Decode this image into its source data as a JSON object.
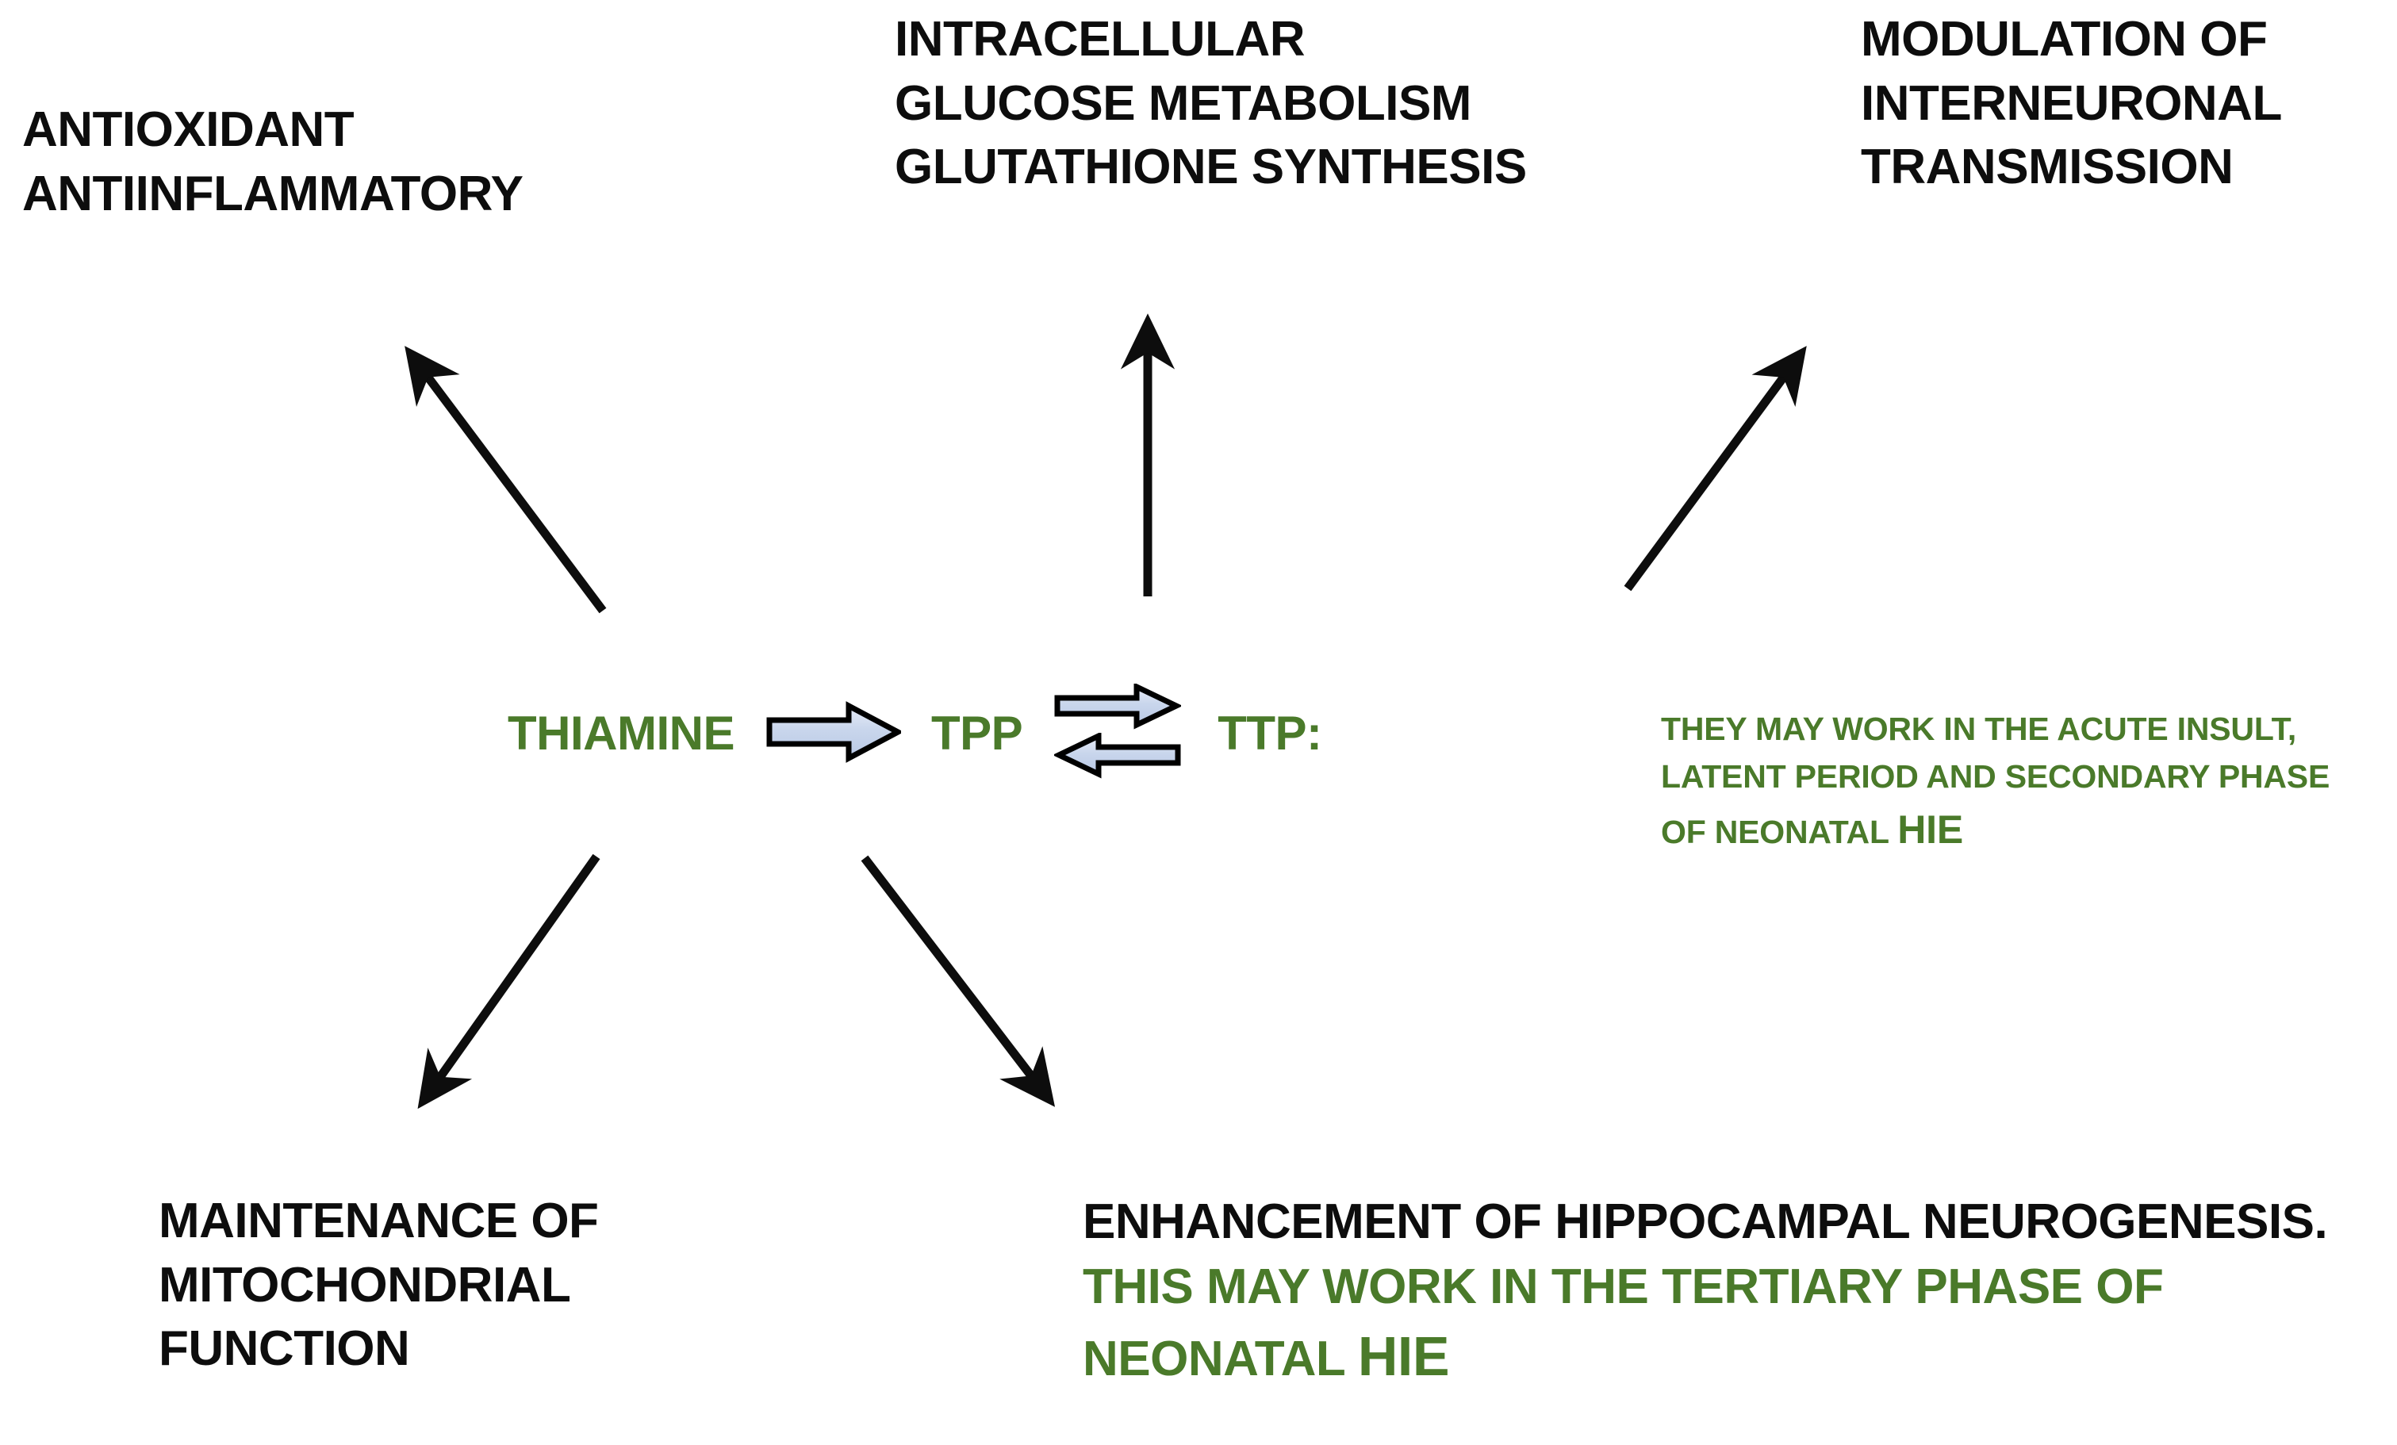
{
  "diagram": {
    "title": "Thiamine mechanisms in neonatal HIE",
    "background_color": "#ffffff",
    "black_color": "#0d0d0d",
    "green_color": "#4a7a2a",
    "arrow_fill_color": "#c9d6ec",
    "arrow_outline_color": "#000000"
  },
  "labels": {
    "antioxidant": "ANTIOXIDANT\nANTIINFLAMMATORY",
    "glucose": "INTRACELLULAR\nGLUCOSE METABOLISM\nGLUTATHIONE SYNTHESIS",
    "modulation": "MODULATION OF\nINTERNEURONAL\nTRANSMISSION",
    "mitochondrial": "MAINTENANCE OF\nMITOCHONDRIAL\nFUNCTION",
    "neurogenesis_black": "ENHANCEMENT OF HIPPOCAMPAL NEUROGENESIS.",
    "neurogenesis_green": " THIS MAY WORK IN THE TERTIARY PHASE OF NEONATAL ",
    "neurogenesis_hie": "HIE"
  },
  "molecules": {
    "thiamine": "THIAMINE",
    "tpp": "TPP",
    "ttp": "TTP:"
  },
  "note": {
    "text": "THEY MAY WORK IN THE ACUTE INSULT, LATENT PERIOD AND SECONDARY PHASE OF NEONATAL ",
    "hie": "HIE"
  },
  "icons": {
    "conversion_arrow": "fat-right-arrow-icon",
    "equilibrium_arrows": "reversible-arrows-icon",
    "connector_up_left": "arrow-up-left-icon",
    "connector_up": "arrow-up-icon",
    "connector_up_right": "arrow-up-right-icon",
    "connector_down_left": "arrow-down-left-icon",
    "connector_down_right": "arrow-down-right-icon"
  }
}
